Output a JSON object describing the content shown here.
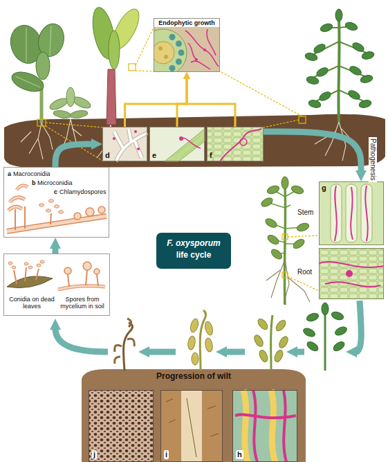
{
  "diagram": {
    "nodes": [
      {
        "text": [
          "Endophytic growth"
        ]
      },
      {
        "text": [
          "d"
        ]
      },
      {
        "text": [
          "e"
        ]
      },
      {
        "text": [
          "f"
        ]
      },
      {
        "text": [
          "a",
          "Macroconidia",
          "b",
          "Microconidia",
          "c",
          "Chlamydospores"
        ]
      },
      {
        "text": [
          "g",
          "Stem"
        ]
      },
      {
        "text": [
          "F. oxysporum",
          "life cycle"
        ]
      },
      {
        "text": [
          "Root"
        ]
      },
      {
        "text": [
          "Conidia on dead leaves",
          "Spores from mycelium in soil"
        ]
      },
      {
        "text": [
          "Progression of wilt"
        ]
      },
      {
        "text": [
          "j"
        ],
        "in": 9
      },
      {
        "text": [
          "i"
        ],
        "in": 9
      },
      {
        "text": [
          "h"
        ],
        "in": 9
      }
    ],
    "edges": [
      {
        "from": 8,
        "to": 4,
        "arrow": "to"
      },
      {
        "from": 4,
        "to": 1,
        "arrow": "to"
      },
      {
        "from": 1,
        "to": 0,
        "arrow": "to"
      },
      {
        "from": 2,
        "to": 0,
        "arrow": "to"
      },
      {
        "from": 3,
        "to": 0,
        "arrow": "to"
      },
      {
        "from": 3,
        "to": 5,
        "label": "Pathogenesis",
        "arrow": "to"
      }
    ]
  }
}
